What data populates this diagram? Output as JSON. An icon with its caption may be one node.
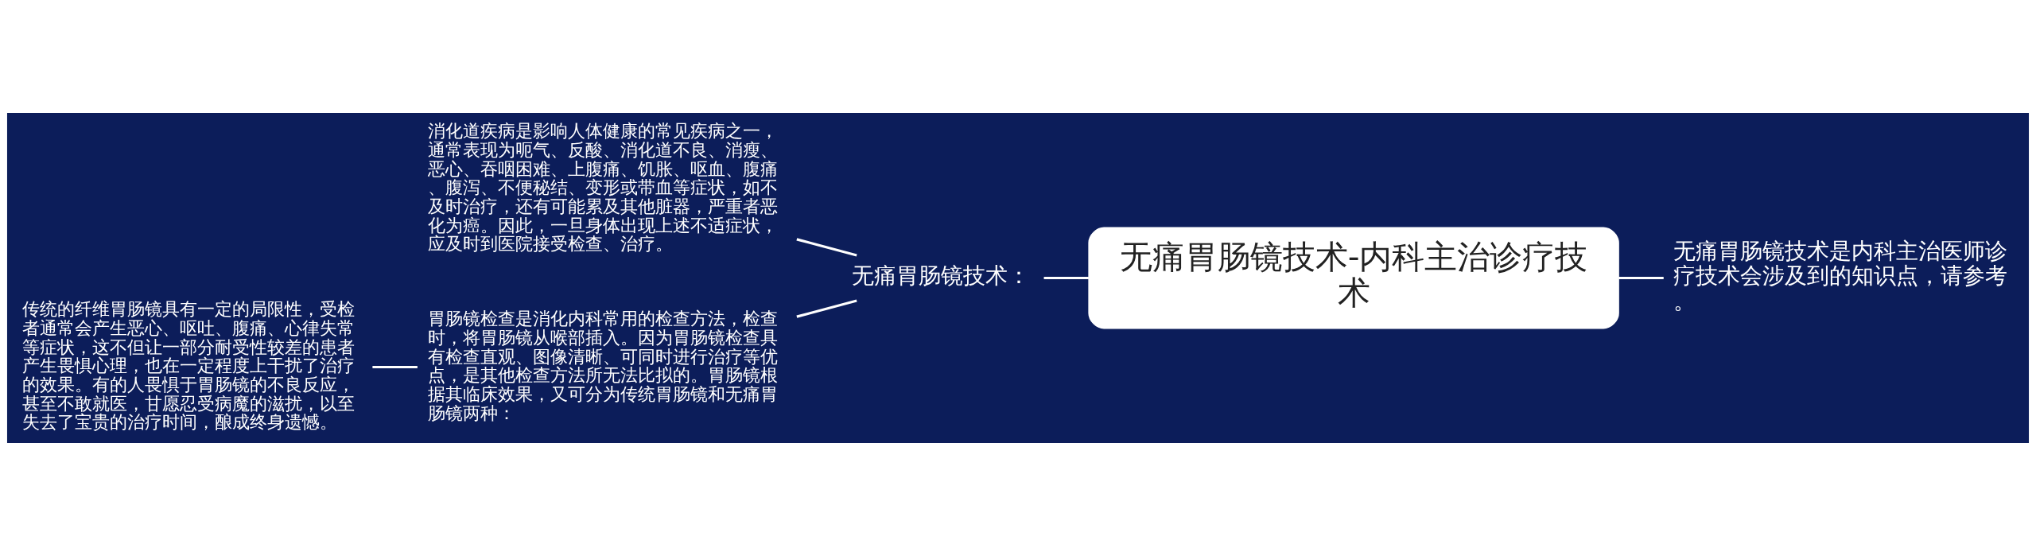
{
  "diagram": {
    "nodes": [
      {
        "text": [
          "无痛胃肠镜技术-内科主治诊疗技术"
        ]
      },
      {
        "text": [
          "无痛胃肠镜技术是内科主治医师诊疗技术会涉及到的知识点，请参考。"
        ]
      },
      {
        "text": [
          "无痛胃肠镜技术："
        ]
      },
      {
        "text": [
          "消化道疾病是影响人体健康的常见疾病之一，通常表现为呃气、反酸、消化道不良、消瘦、恶心、吞咽困难、上腹痛、饥胀、呕血、腹痛、腹泻、不便秘结、变形或带血等症状，如不及时治疗，还有可能累及其他脏器，严重者恶化为癌。因此，一旦身体出现上述不适症状，应及时到医院接受检查、治疗。"
        ]
      },
      {
        "text": [
          "胃肠镜检查是消化内科常用的检查方法，检查时，将胃肠镜从喉部插入。因为胃肠镜检查具有检查直观、图像清晰、可同时进行治疗等优点，是其他检查方法所无法比拟的。胃肠镜根据其临床效果，又可分为传统胃肠镜和无痛胃肠镜两种："
        ]
      },
      {
        "text": [
          "传统的纤维胃肠镜具有一定的局限性，受检者通常会产生恶心、呕吐、腹痛、心律失常等症状，这不但让一部分耐受性较差的患者产生畏惧心理，也在一定程度上干扰了治疗的效果。有的人畏惧于胃肠镜的不良反应，甚至不敢就医，甘愿忍受病魔的滋扰，以至失去了宝贵的治疗时间，酿成终身遗憾。"
        ]
      }
    ],
    "edges": [
      {
        "from": 0,
        "to": 1,
        "arrow": "none"
      },
      {
        "from": 0,
        "to": 2,
        "arrow": "none"
      },
      {
        "from": 2,
        "to": 3,
        "arrow": "none"
      },
      {
        "from": 2,
        "to": 4,
        "arrow": "none"
      },
      {
        "from": 4,
        "to": 5,
        "arrow": "none"
      }
    ]
  }
}
